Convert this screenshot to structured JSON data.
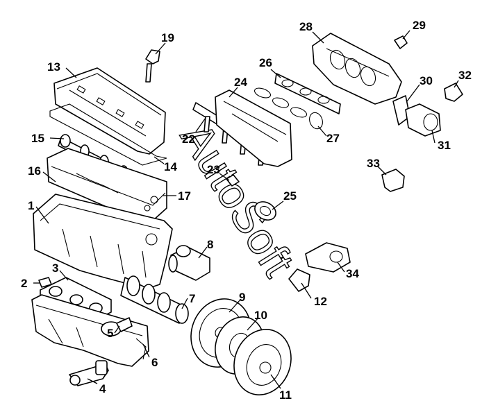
{
  "watermark": "AutoSoft",
  "parts": [
    {
      "id": "1",
      "label": "1"
    },
    {
      "id": "2",
      "label": "2"
    },
    {
      "id": "3",
      "label": "3"
    },
    {
      "id": "4",
      "label": "4"
    },
    {
      "id": "5",
      "label": "5"
    },
    {
      "id": "6",
      "label": "6"
    },
    {
      "id": "7",
      "label": "7"
    },
    {
      "id": "8",
      "label": "8"
    },
    {
      "id": "9",
      "label": "9"
    },
    {
      "id": "10",
      "label": "10"
    },
    {
      "id": "11",
      "label": "11"
    },
    {
      "id": "12",
      "label": "12"
    },
    {
      "id": "13",
      "label": "13"
    },
    {
      "id": "14",
      "label": "14"
    },
    {
      "id": "15",
      "label": "15"
    },
    {
      "id": "16",
      "label": "16"
    },
    {
      "id": "17",
      "label": "17"
    },
    {
      "id": "19",
      "label": "19"
    },
    {
      "id": "22",
      "label": "22"
    },
    {
      "id": "23",
      "label": "23"
    },
    {
      "id": "24",
      "label": "24"
    },
    {
      "id": "25",
      "label": "25"
    },
    {
      "id": "26",
      "label": "26"
    },
    {
      "id": "27",
      "label": "27"
    },
    {
      "id": "28",
      "label": "28"
    },
    {
      "id": "29",
      "label": "29"
    },
    {
      "id": "30",
      "label": "30"
    },
    {
      "id": "31",
      "label": "31"
    },
    {
      "id": "32",
      "label": "32"
    },
    {
      "id": "33",
      "label": "33"
    },
    {
      "id": "34",
      "label": "34"
    }
  ]
}
